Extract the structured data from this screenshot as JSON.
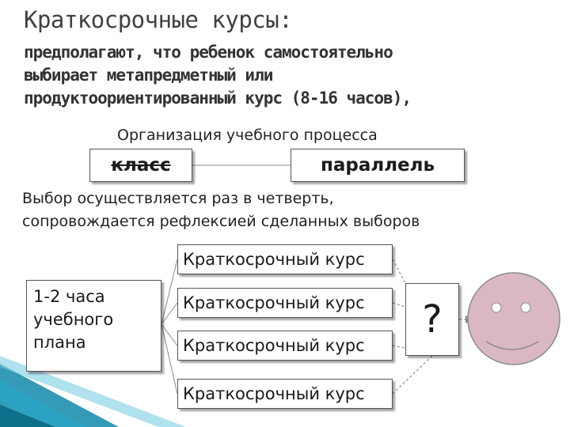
{
  "title": "Краткосрочные курсы:",
  "subtitle_lines": [
    "предполагают, что ребенок самостоятельно",
    "выбирает метапредметный или",
    "продуктоориентированный курс (8-16 часов),"
  ],
  "org_label": "Организация учебного процесса",
  "box_class": "класс",
  "box_parallel": "параллель",
  "choice_lines": [
    "Выбор осуществляется раз в четверть,",
    "сопровождается рефлексией сделанных выборов"
  ],
  "hours_lines": [
    "1-2 часа",
    "учебного",
    "плана"
  ],
  "courses": [
    "Краткосрочный курс",
    "Краткосрочный курс",
    "Краткосрочный курс",
    "Краткосрочный курс"
  ],
  "question": "?",
  "colors": {
    "accent": "#1f8fae",
    "face": "#d9b8c2",
    "box_border": "#555555"
  }
}
